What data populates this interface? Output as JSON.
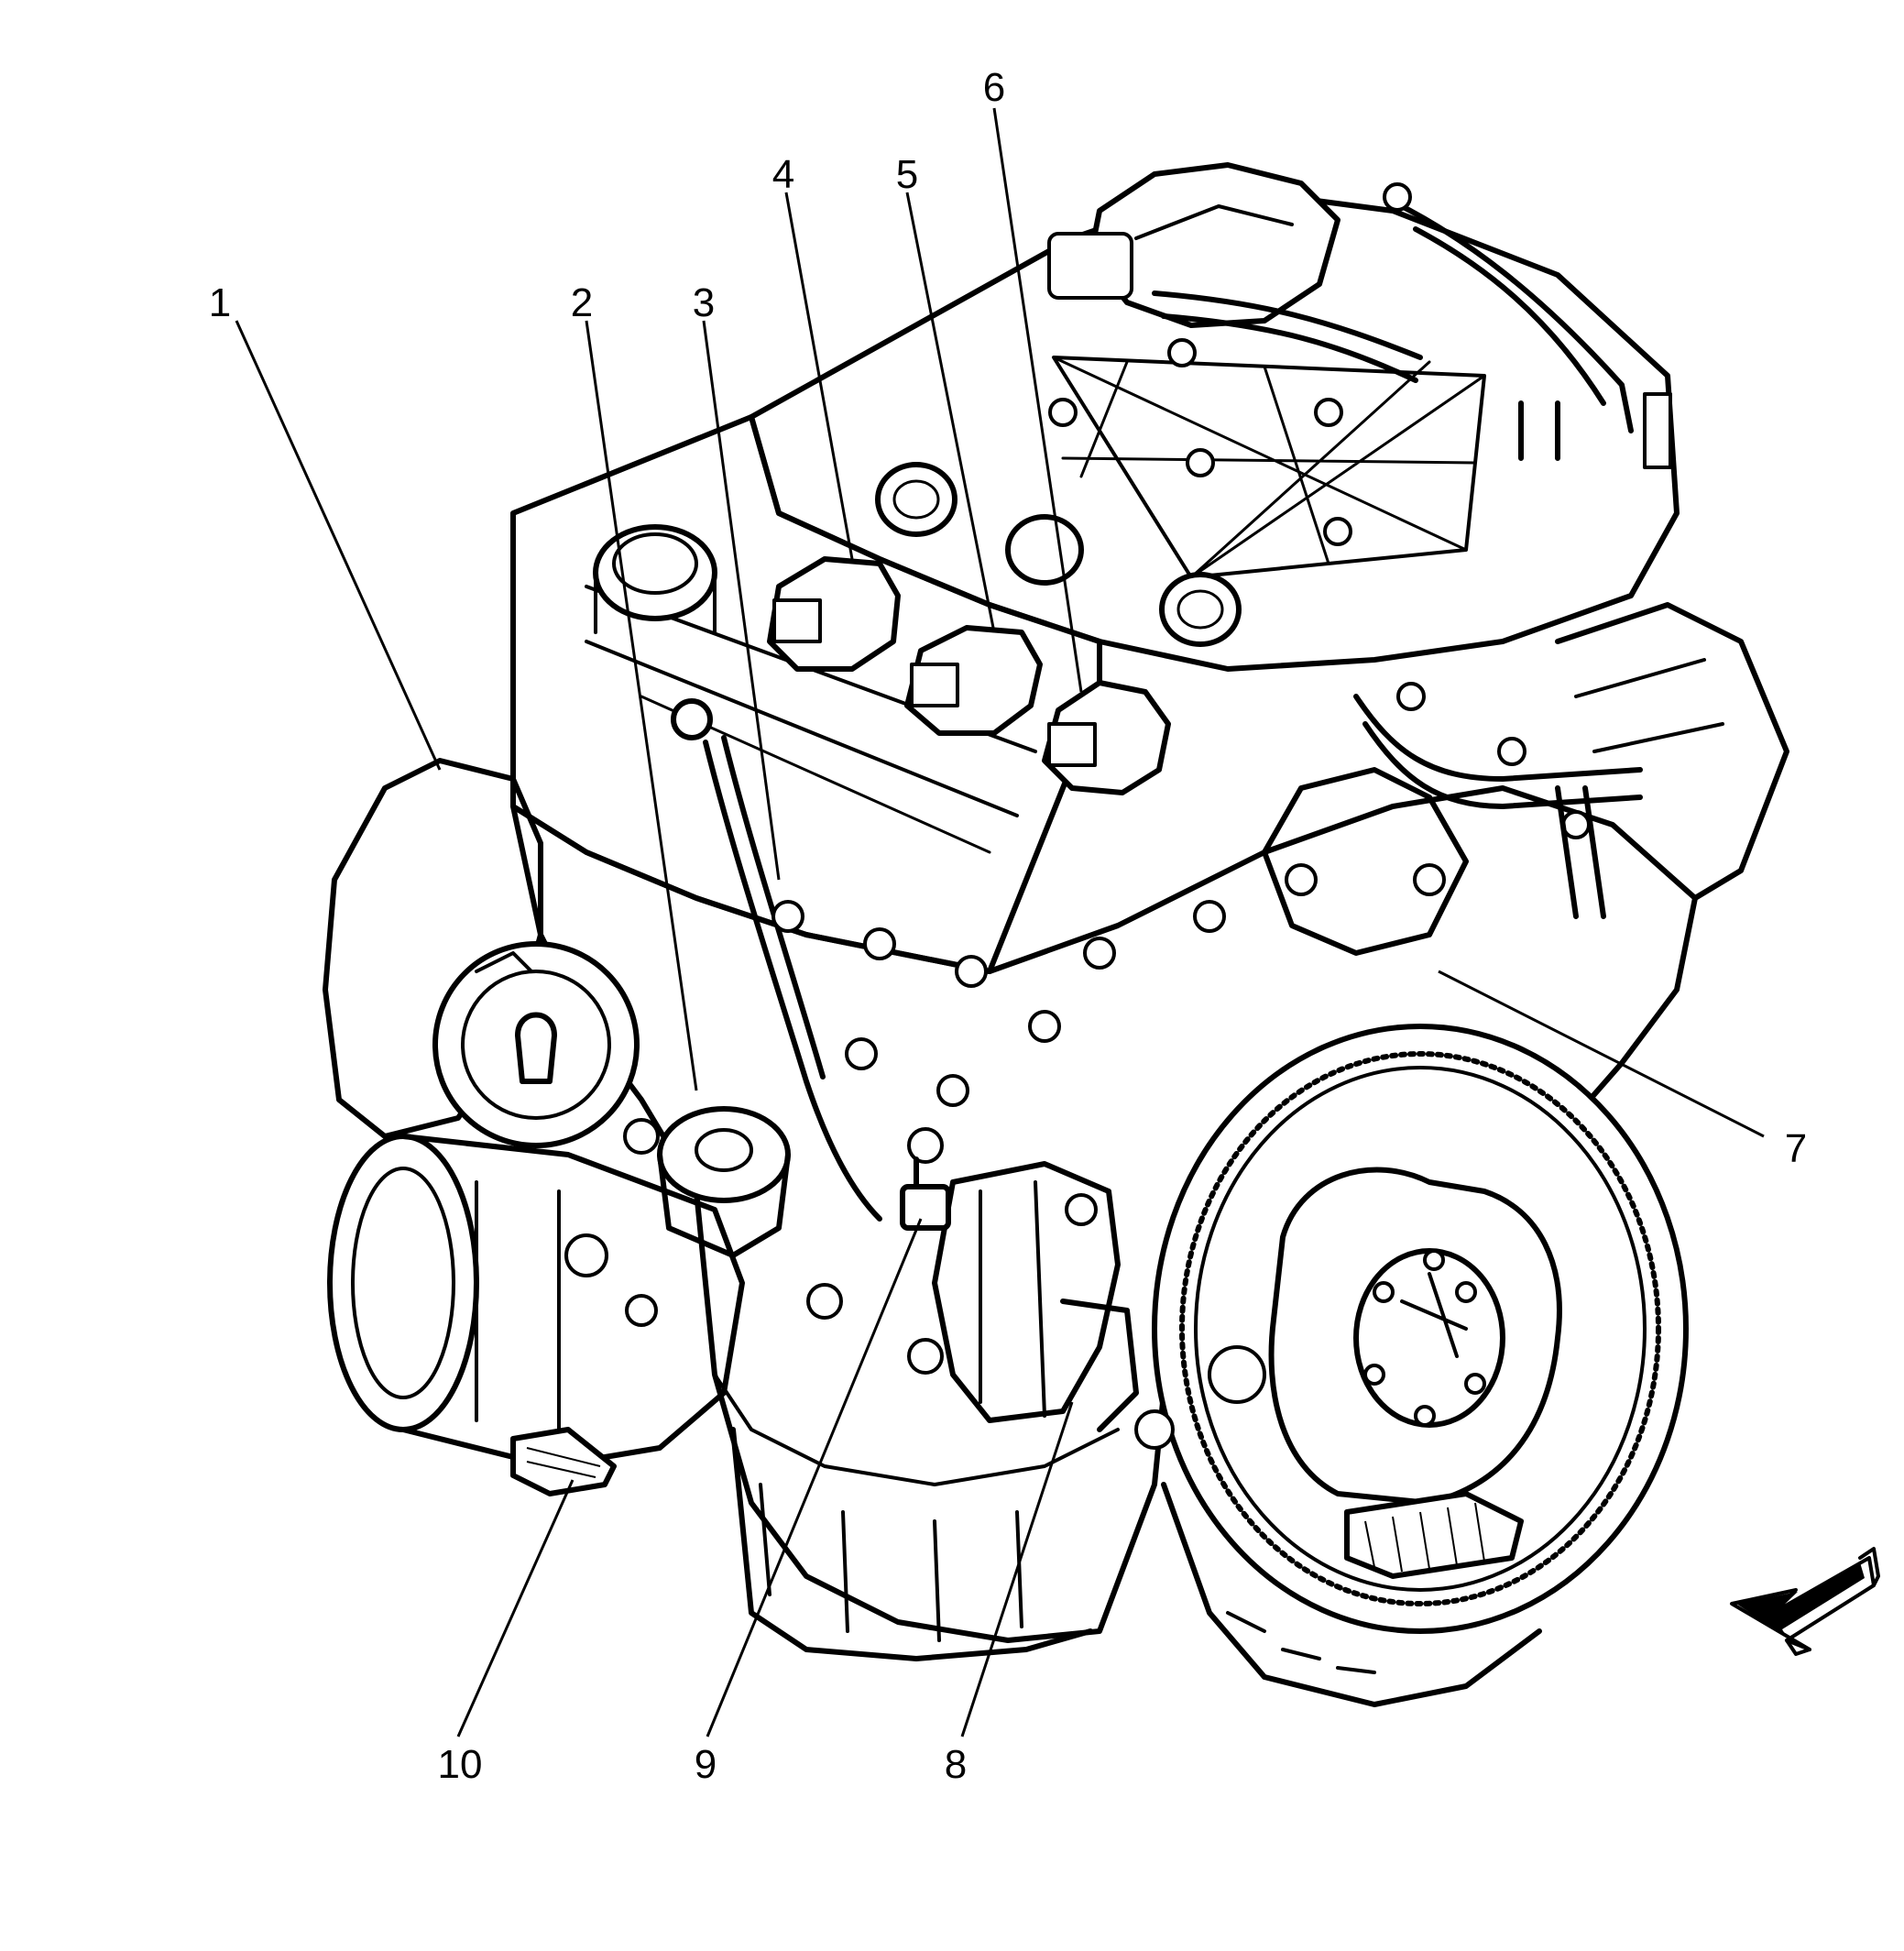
{
  "callouts": {
    "c1": "1",
    "c2": "2",
    "c3": "3",
    "c4": "4",
    "c5": "5",
    "c6": "6",
    "c7": "7",
    "c8": "8",
    "c9": "9",
    "c10": "10"
  },
  "icons": {
    "direction_arrow": "front-direction-arrow-icon"
  },
  "colors": {
    "line": "#000000",
    "background": "#ffffff"
  }
}
